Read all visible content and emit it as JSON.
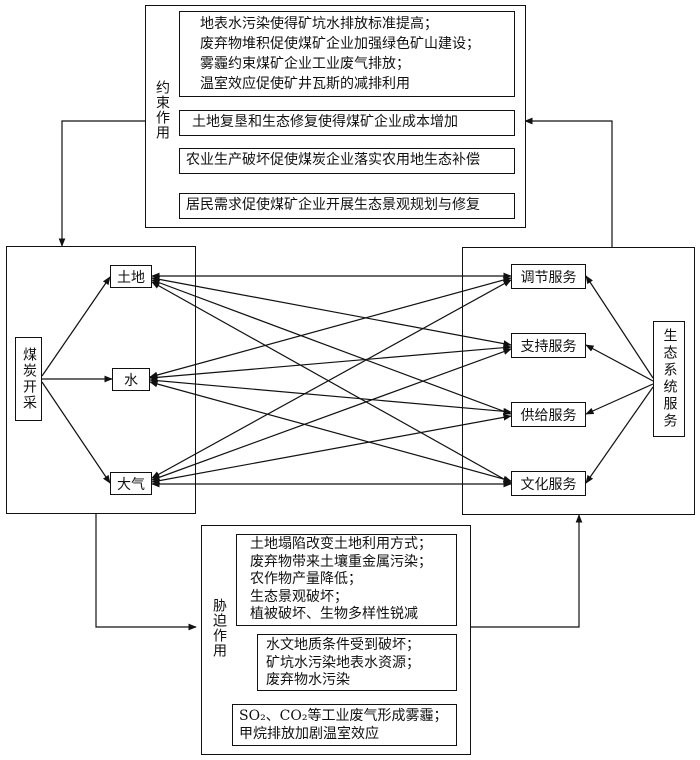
{
  "constraint": {
    "label": "约束作用",
    "box1": [
      "地表水污染使得矿坑水排放标准提高；",
      "废弃物堆积促使煤矿企业加强绿色矿山建设；",
      "雾霾约束煤矿企业工业废气排放；",
      "温室效应促使矿井瓦斯的减排利用"
    ],
    "box2": "土地复垦和生态修复使得煤矿企业成本增加",
    "box3": "农业生产破坏促使煤炭企业落实农用地生态补偿",
    "box4": "居民需求促使煤矿企业开展生态景观规划与修复"
  },
  "left": {
    "source": "煤炭开采",
    "elements": [
      "土地",
      "水",
      "大气"
    ]
  },
  "right": {
    "source": "生态系统服务",
    "services": [
      "调节服务",
      "支持服务",
      "供给服务",
      "文化服务"
    ]
  },
  "stress": {
    "label": "胁迫作用",
    "box1": [
      "土地塌陷改变土地利用方式；",
      "废弃物带来土壤重金属污染；",
      "农作物产量降低；",
      "生态景观破坏；",
      "植被破坏、生物多样性锐减"
    ],
    "box2": [
      "水文地质条件受到破坏；",
      "矿坑水污染地表水资源；",
      "废弃物水污染"
    ],
    "box3_line1": "SO₂、CO₂等工业废气形成雾霾；",
    "box3_line2": "甲烷排放加剧温室效应"
  }
}
